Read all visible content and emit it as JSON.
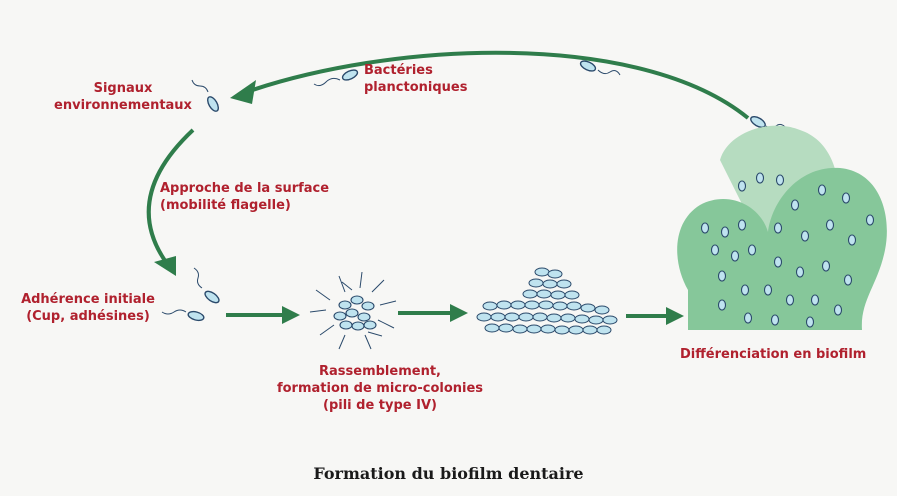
{
  "labels": {
    "planktonic": [
      "Bactéries",
      "planctoniques"
    ],
    "signals": [
      "Signaux",
      "environnementaux"
    ],
    "approach": [
      "Approche de la surface",
      "(mobilité flagelle)"
    ],
    "adhesion": [
      "Adhérence initiale",
      "(Cup, adhésines)"
    ],
    "gathering": [
      "Rassemblement,",
      "formation de micro-colonies",
      "(pili de type IV)"
    ],
    "differentiation": [
      "Différenciation en biofilm"
    ]
  },
  "caption": "Formation du biofilm dentaire",
  "colors": {
    "label_red": "#b0212e",
    "arrow_green": "#2f7d4b",
    "biofilm_green": "#86c79a",
    "biofilm_light": "#b6dcc0",
    "bacteria_fill": "#bfe3ef",
    "bacteria_stroke": "#2b4a6b"
  }
}
